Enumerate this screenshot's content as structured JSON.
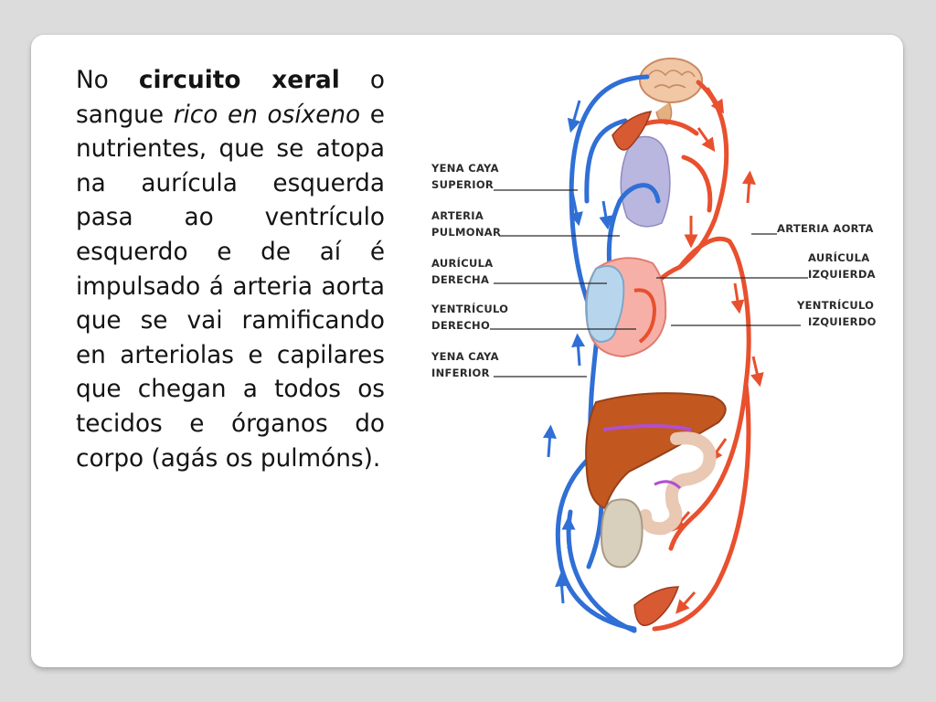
{
  "paragraph": {
    "t1": "No ",
    "t2_bold": "circuito xeral",
    "t3": " o sangue ",
    "t4_italic": "rico en osíxeno",
    "t5": " e nutrientes, que se atopa na aurícula esquerda pasa ao ventrículo esquerdo e de aí é impulsado á arteria aorta que se vai ramificando en arteriolas e capilares que chegan a todos os tecidos e órganos do corpo (agás os pulmóns)."
  },
  "diagram": {
    "labels": {
      "vena_cava_superior": [
        "YENA CAYA",
        "SUPERIOR"
      ],
      "arteria_pulmonar": [
        "ARTERIA",
        "PULMONAR"
      ],
      "auricula_derecha": [
        "AURÍCULA",
        "DERECHA"
      ],
      "ventriculo_derecho": [
        "YENTRÍCULO",
        "DERECHO"
      ],
      "vena_cava_inferior": [
        "YENA CAYA",
        "INFERIOR"
      ],
      "arteria_aorta": [
        "ARTERIA AORTA"
      ],
      "auricula_izquierda": [
        "AURÍCULA",
        "IZQUIERDA"
      ],
      "ventriculo_izquierdo": [
        "YENTRÍCULO",
        "IZQUIERDO"
      ]
    },
    "colors": {
      "artery": "#e8502e",
      "vein": "#2f6fd6",
      "capillary": "#b04fd0",
      "liver": "#c2571f",
      "lung": "#b9b6df",
      "kidney": "#d8cfbd",
      "heart_right": "#b7d6ee",
      "heart_left": "#f7b0a8"
    }
  }
}
